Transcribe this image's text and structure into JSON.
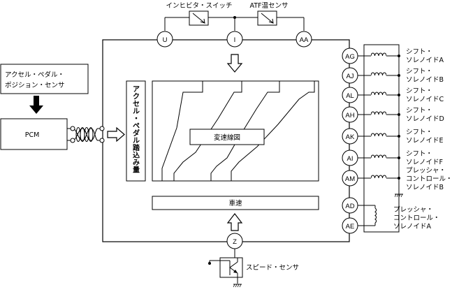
{
  "top_labels": {
    "inhibitor_switch": "インヒビタ・スイッチ",
    "atf_sensor": "ATF温センサ"
  },
  "pins_top": [
    "U",
    "I",
    "AA"
  ],
  "pcm": {
    "label": "PCM"
  },
  "accel_sensor": {
    "line1": "アクセル・ペダル・",
    "line2": "ポジション・センサ"
  },
  "vertical_label": [
    "ア",
    "ク",
    "セ",
    "ル",
    "・",
    "ペ",
    "ダ",
    "ル",
    "踏",
    "込",
    "み",
    "量"
  ],
  "shift_chart_label": "変速線図",
  "vehicle_speed_label": "車速",
  "speed_sensor": {
    "pin": "Z",
    "label": "スピード・センサ"
  },
  "pins_right": [
    "AG",
    "AJ",
    "AL",
    "AH",
    "AK",
    "AI",
    "AM",
    "AD",
    "AE"
  ],
  "solenoids": [
    {
      "line1": "シフト・",
      "line2": "ソレノイドA"
    },
    {
      "line1": "シフト・",
      "line2": "ソレノイドB"
    },
    {
      "line1": "シフト・",
      "line2": "ソレノイドC"
    },
    {
      "line1": "シフト・",
      "line2": "ソレノイドD"
    },
    {
      "line1": "シフト・",
      "line2": "ソレノイドE"
    },
    {
      "line1": "シフト・",
      "line2": "ソレノイドF"
    }
  ],
  "pressure_solenoid_b": {
    "line1": "プレッシャ・",
    "line2": "コントロール・",
    "line3": "ソレノイドB"
  },
  "pressure_solenoid_a": {
    "line1": "プレッシャ・",
    "line2": "コントロール・",
    "line3": "ソレノイドA"
  }
}
